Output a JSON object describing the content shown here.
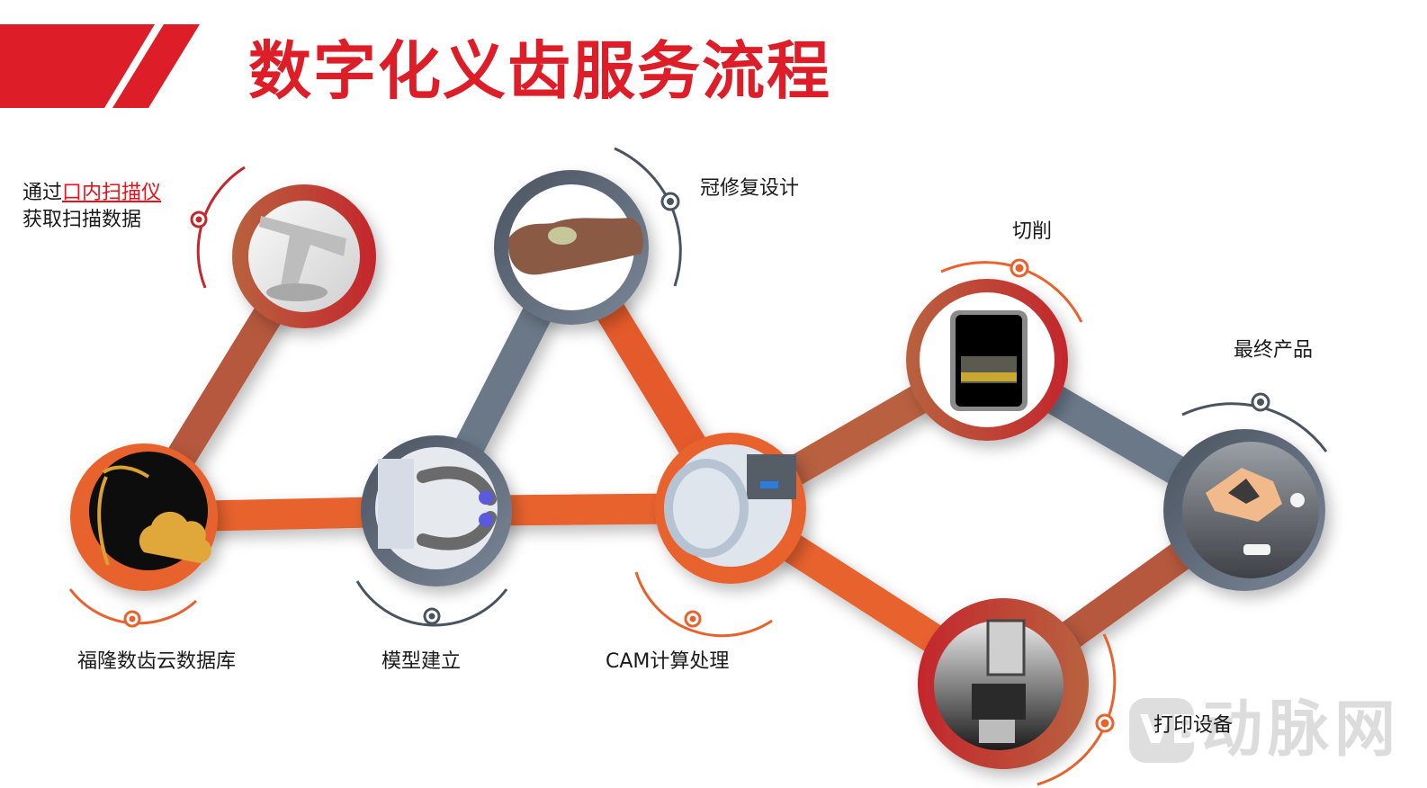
{
  "title": "数字化义齿服务流程",
  "colors": {
    "brand_red": "#dd1e28",
    "orange": "#e8622e",
    "rust": "#b5553b",
    "crimson": "#c4262c",
    "slate": "#6b7888",
    "slate_dark": "#4a5360"
  },
  "steps": [
    {
      "id": "scan",
      "label_prefix": "通过",
      "label_highlight": "口内扫描仪",
      "label_line2": "获取扫描数据",
      "image": "intraoral-scanner"
    },
    {
      "id": "cloud",
      "label": "福隆数齿云数据库",
      "image": "cloud-database"
    },
    {
      "id": "model",
      "label": "模型建立",
      "image": "dental-model-software"
    },
    {
      "id": "crown",
      "label": "冠修复设计",
      "image": "crown-bridge"
    },
    {
      "id": "cam",
      "label": "CAM计算处理",
      "image": "cam-software"
    },
    {
      "id": "mill",
      "label": "切削",
      "image": "milling-machine"
    },
    {
      "id": "print",
      "label": "打印设备",
      "image": "3d-printer"
    },
    {
      "id": "product",
      "label": "最终产品",
      "image": "final-denture"
    }
  ],
  "watermark": {
    "logo": "VB",
    "text": "动脉网"
  }
}
